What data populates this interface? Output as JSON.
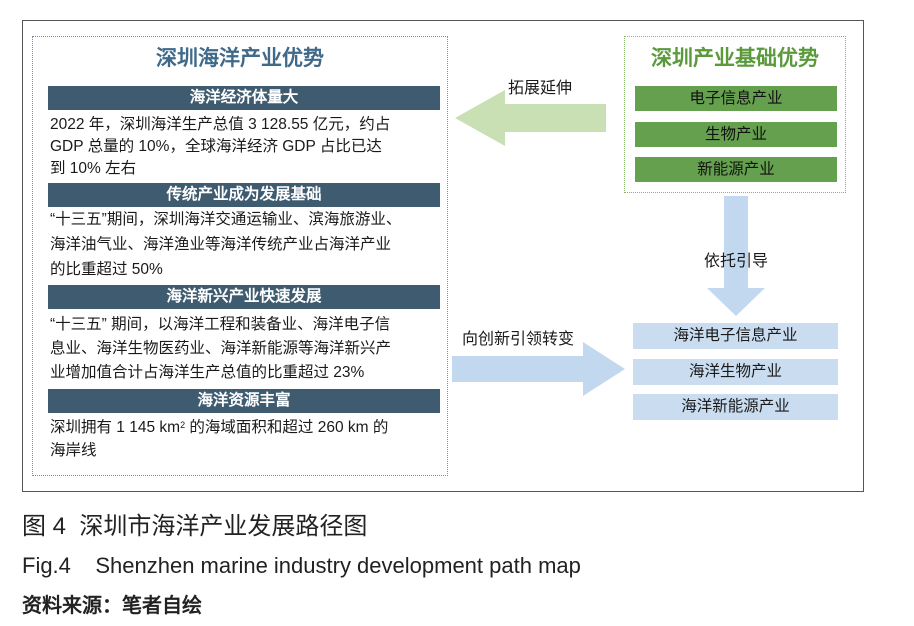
{
  "left_panel": {
    "title": "深圳海洋产业优势",
    "sections": [
      {
        "header": "海洋经济体量大",
        "lines": [
          "2022 年，深圳海洋生产总值 3 128.55 亿元，约占",
          "GDP 总量的 10%，全球海洋经济 GDP 占比已达",
          "到 10% 左右"
        ]
      },
      {
        "header": "传统产业成为发展基础",
        "lines": [
          "“十三五”期间，深圳海洋交通运输业、滨海旅游业、",
          "海洋油气业、海洋渔业等海洋传统产业占海洋产业",
          "的比重超过 50%"
        ]
      },
      {
        "header": "海洋新兴产业快速发展",
        "lines": [
          "“十三五” 期间，以海洋工程和装备业、海洋电子信",
          "息业、海洋生物医药业、海洋新能源等海洋新兴产",
          "业增加值合计占海洋生产总值的比重超过 23%"
        ]
      },
      {
        "header": "海洋资源丰富",
        "lines": [
          {
            "pre": "深圳拥有 1 145 km",
            "sup": "2",
            "post": " 的海域面积和超过 260 km 的"
          },
          "海岸线"
        ]
      }
    ]
  },
  "right_panel": {
    "title": "深圳产业基础优势",
    "items": [
      "电子信息产业",
      "生物产业",
      "新能源产业"
    ]
  },
  "arrows": {
    "extend_label": "拓展延伸",
    "guide_label": "依托引导",
    "transform_label": "向创新引领转变"
  },
  "target_items": [
    "海洋电子信息产业",
    "海洋生物产业",
    "海洋新能源产业"
  ],
  "caption": {
    "cn": "图 4  深圳市海洋产业发展路径图",
    "en": "Fig.4    Shenzhen marine industry development path map",
    "source": "资料来源：笔者自绘"
  },
  "colors": {
    "header_bar": "#3f5b70",
    "left_title": "#3f6a89",
    "right_title": "#5a9a3b",
    "green_box": "#64a04d",
    "green_arrow": "#c8e0b4",
    "blue_arrow": "#c2d8ef",
    "blue_box": "#cadcf0"
  }
}
